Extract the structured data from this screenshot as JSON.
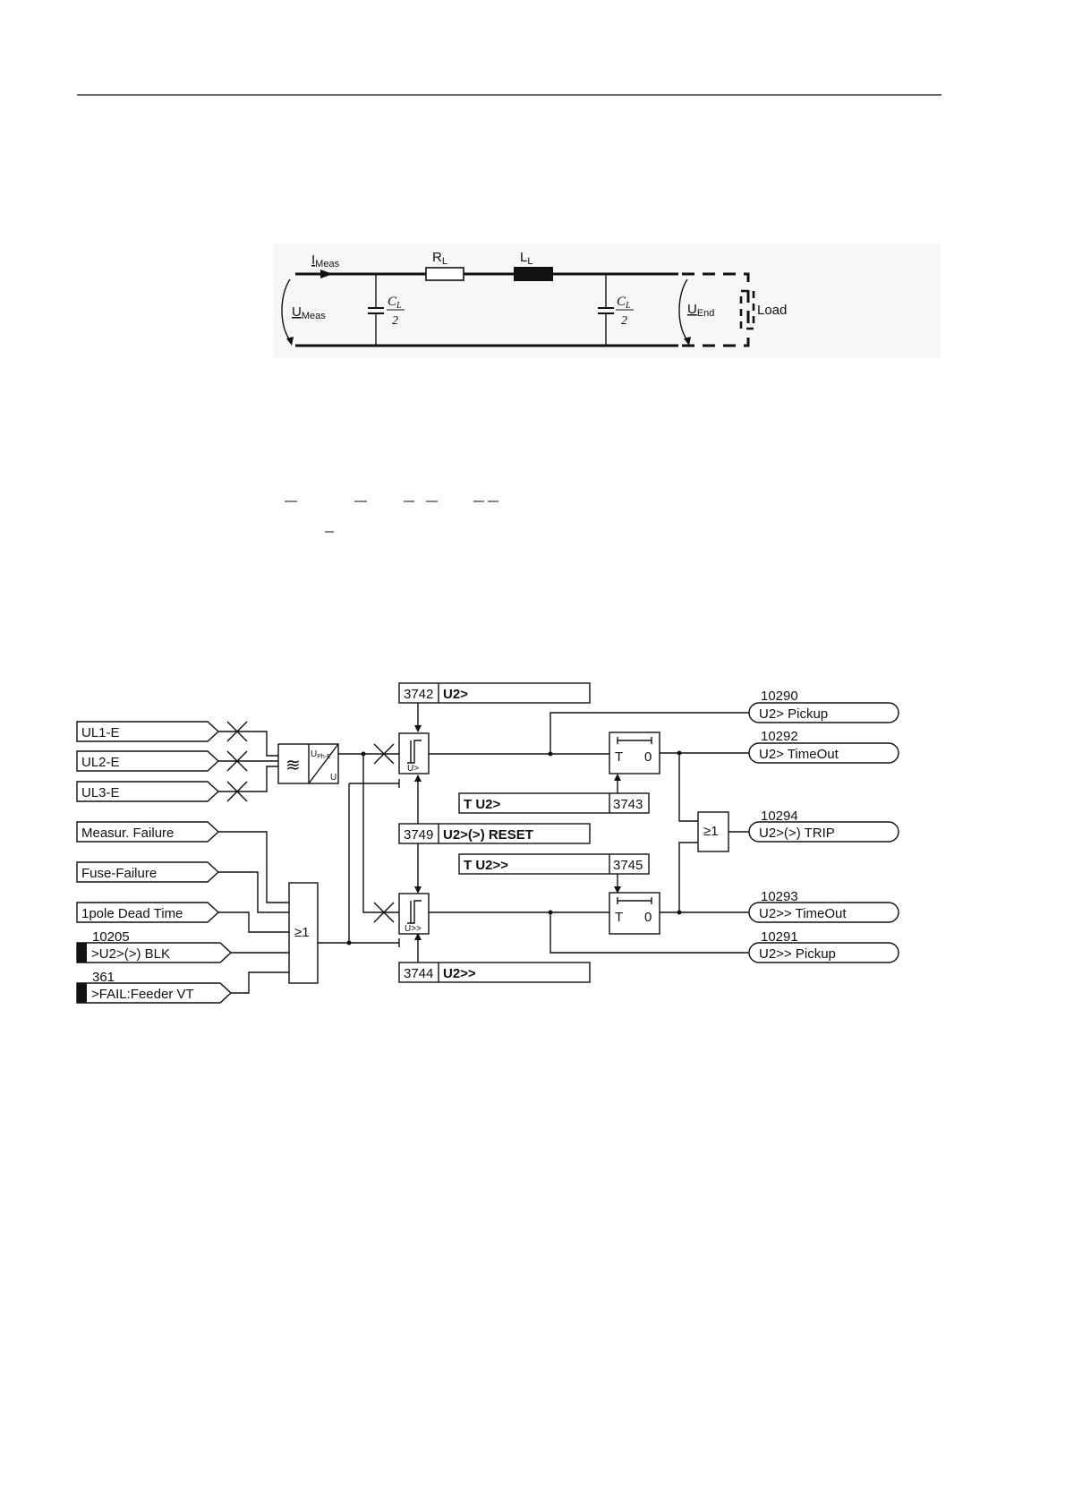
{
  "line_model": {
    "i_meas": {
      "main": "I",
      "sub": "Meas"
    },
    "u_meas": {
      "main": "U",
      "sub": "Meas"
    },
    "r_l": {
      "main": "R",
      "sub": "L"
    },
    "l_l": {
      "main": "L",
      "sub": "L"
    },
    "c_left": {
      "num": "C",
      "num_sub": "L",
      "den": "2"
    },
    "c_right": {
      "num": "C",
      "num_sub": "L",
      "den": "2"
    },
    "u_end": {
      "main": "U",
      "sub": "End"
    },
    "load": "Load"
  },
  "logic": {
    "inputs": {
      "ul1": "UL1-E",
      "ul2": "UL2-E",
      "ul3": "UL3-E",
      "meas_fail": "Measur. Failure",
      "fuse_fail": "Fuse-Failure",
      "pole_dead": "1pole Dead Time",
      "blk_no": "10205",
      "blk": ">U2>(>) BLK",
      "fvt_no": "361",
      "fvt": ">FAIL:Feeder VT"
    },
    "converter": {
      "u_top": "U",
      "u_sub": "Ph-E",
      "u_bottom": "U"
    },
    "or_gate": "≥1",
    "or_gate2": "≥1",
    "params": {
      "p3742_no": "3742",
      "p3742": "U2>",
      "p3743_no": "3743",
      "p3743": "T U2>",
      "p3749_no": "3749",
      "p3749": "U2>(>) RESET",
      "p3745_no": "3745",
      "p3745": "T U2>>",
      "p3744_no": "3744",
      "p3744": "U2>>"
    },
    "comparators": {
      "c1": "U>",
      "c2": "U>>"
    },
    "timers": {
      "t": "T",
      "zero": "0"
    },
    "outputs": {
      "o1_no": "10290",
      "o1": "U2> Pickup",
      "o2_no": "10292",
      "o2": "U2> TimeOut",
      "o3_no": "10294",
      "o3": "U2>(>) TRIP",
      "o4_no": "10293",
      "o4": "U2>> TimeOut",
      "o5_no": "10291",
      "o5": "U2>> Pickup"
    }
  }
}
